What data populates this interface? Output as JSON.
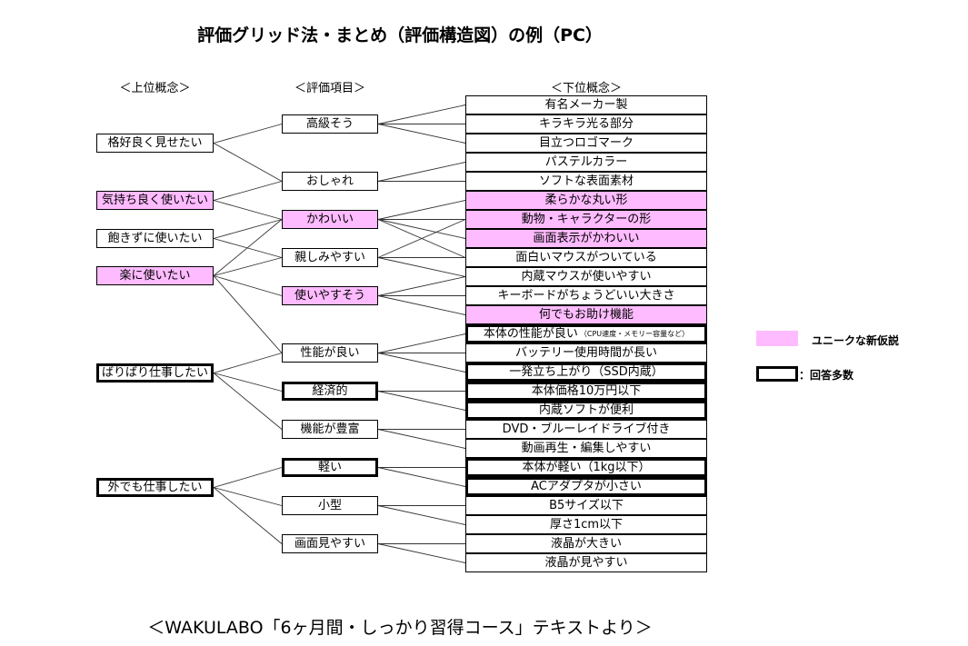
{
  "title": "評価グリッド法・まとめ（評価構造図）の例（PC）",
  "headers": {
    "upper": "＜上位概念＞",
    "item": "＜評価項目＞",
    "lower": "＜下位概念＞"
  },
  "upper_concepts": [
    {
      "label": "格好良く見せたい",
      "style": "normal"
    },
    {
      "label": "気持ち良く使いたい",
      "style": "unique"
    },
    {
      "label": "飽きずに使いたい",
      "style": "normal"
    },
    {
      "label": "楽に使いたい",
      "style": "unique"
    },
    {
      "label": "ばりばり仕事したい",
      "style": "frequent"
    },
    {
      "label": "外でも仕事したい",
      "style": "frequent"
    }
  ],
  "evaluation_items": [
    {
      "label": "高級そう",
      "style": "normal"
    },
    {
      "label": "おしゃれ",
      "style": "normal"
    },
    {
      "label": "かわいい",
      "style": "unique"
    },
    {
      "label": "親しみやすい",
      "style": "normal"
    },
    {
      "label": "使いやすそう",
      "style": "unique"
    },
    {
      "label": "性能が良い",
      "style": "normal"
    },
    {
      "label": "経済的",
      "style": "frequent"
    },
    {
      "label": "機能が豊富",
      "style": "normal"
    },
    {
      "label": "軽い",
      "style": "frequent"
    },
    {
      "label": "小型",
      "style": "normal"
    },
    {
      "label": "画面見やすい",
      "style": "normal"
    }
  ],
  "lower_concepts": [
    {
      "label": "有名メーカー製",
      "style": "normal"
    },
    {
      "label": "キラキラ光る部分",
      "style": "normal"
    },
    {
      "label": "目立つロゴマーク",
      "style": "normal"
    },
    {
      "label": "パステルカラー",
      "style": "normal"
    },
    {
      "label": "ソフトな表面素材",
      "style": "normal"
    },
    {
      "label": "柔らかな丸い形",
      "style": "unique"
    },
    {
      "label": "動物・キャラクターの形",
      "style": "unique"
    },
    {
      "label": "画面表示がかわいい",
      "style": "unique"
    },
    {
      "label": "面白いマウスがついている",
      "style": "normal"
    },
    {
      "label": "内蔵マウスが使いやすい",
      "style": "normal"
    },
    {
      "label": "キーボードがちょうどいい大きさ",
      "style": "normal"
    },
    {
      "label": "何でもお助け機能",
      "style": "unique"
    },
    {
      "label": "本体の性能が良い",
      "small": "（CPU速度・メモリー容量など）",
      "style": "frequent"
    },
    {
      "label": "バッテリー使用時間が長い",
      "style": "normal"
    },
    {
      "label": "一発立ち上がり（SSD内蔵）",
      "style": "frequent"
    },
    {
      "label": "本体価格10万円以下",
      "style": "frequent"
    },
    {
      "label": "内蔵ソフトが便利",
      "style": "frequent"
    },
    {
      "label": "DVD・ブルーレイドライブ付き",
      "style": "normal"
    },
    {
      "label": "動画再生・編集しやすい",
      "style": "normal"
    },
    {
      "label": "本体が軽い（1kg以下）",
      "style": "frequent"
    },
    {
      "label": "ACアダプタが小さい",
      "style": "frequent"
    },
    {
      "label": "B5サイズ以下",
      "style": "normal"
    },
    {
      "label": "厚さ1cm以下",
      "style": "normal"
    },
    {
      "label": "液晶が大きい",
      "style": "normal"
    },
    {
      "label": "液晶が見やすい",
      "style": "normal"
    }
  ],
  "links_upper_to_item": [
    [
      0,
      0
    ],
    [
      0,
      1
    ],
    [
      1,
      1
    ],
    [
      1,
      2
    ],
    [
      2,
      2
    ],
    [
      2,
      3
    ],
    [
      3,
      2
    ],
    [
      3,
      3
    ],
    [
      3,
      4
    ],
    [
      3,
      5
    ],
    [
      4,
      5
    ],
    [
      4,
      6
    ],
    [
      4,
      7
    ],
    [
      5,
      8
    ],
    [
      5,
      9
    ],
    [
      5,
      10
    ]
  ],
  "links_item_to_lower": [
    [
      0,
      0
    ],
    [
      0,
      1
    ],
    [
      0,
      2
    ],
    [
      1,
      3
    ],
    [
      1,
      4
    ],
    [
      2,
      5
    ],
    [
      2,
      6
    ],
    [
      2,
      7
    ],
    [
      2,
      8
    ],
    [
      3,
      6
    ],
    [
      3,
      8
    ],
    [
      3,
      9
    ],
    [
      4,
      9
    ],
    [
      4,
      10
    ],
    [
      4,
      11
    ],
    [
      5,
      12
    ],
    [
      5,
      13
    ],
    [
      5,
      14
    ],
    [
      6,
      15
    ],
    [
      6,
      16
    ],
    [
      7,
      17
    ],
    [
      7,
      18
    ],
    [
      8,
      19
    ],
    [
      8,
      20
    ],
    [
      9,
      21
    ],
    [
      9,
      22
    ],
    [
      10,
      23
    ],
    [
      10,
      24
    ]
  ],
  "legend": {
    "unique_label": "ユニークな新仮説",
    "frequent_label": "：回答多数",
    "unique_color": "#ffbbff"
  },
  "caption": "＜WAKULABO「6ヶ月間・しっかり習得コース」テキストより＞"
}
